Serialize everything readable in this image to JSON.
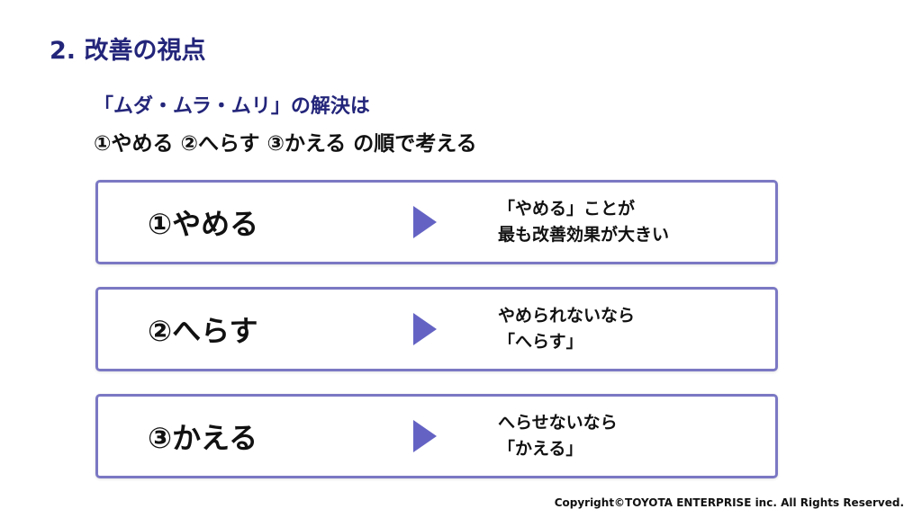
{
  "title": "2. 改善の視点",
  "subtitle": {
    "line1": "「ムダ・ムラ・ムリ」の解決は",
    "line2": "①やめる ②へらす ③かえる の順で考える"
  },
  "cards": [
    {
      "label": "①やめる",
      "desc_line1": "「やめる」ことが",
      "desc_line2": "最も改善効果が大きい"
    },
    {
      "label": "②へらす",
      "desc_line1": "やめられないなら",
      "desc_line2": "「へらす」"
    },
    {
      "label": "③かえる",
      "desc_line1": "へらせないなら",
      "desc_line2": "「かえる」"
    }
  ],
  "colors": {
    "title": "#23257a",
    "card_border": "#7b78c4",
    "arrow": "#6463c4"
  },
  "icons": {
    "arrow": "play-triangle-icon"
  },
  "copyright": "Copyright©TOYOTA ENTERPRISE inc. All Rights Reserved."
}
